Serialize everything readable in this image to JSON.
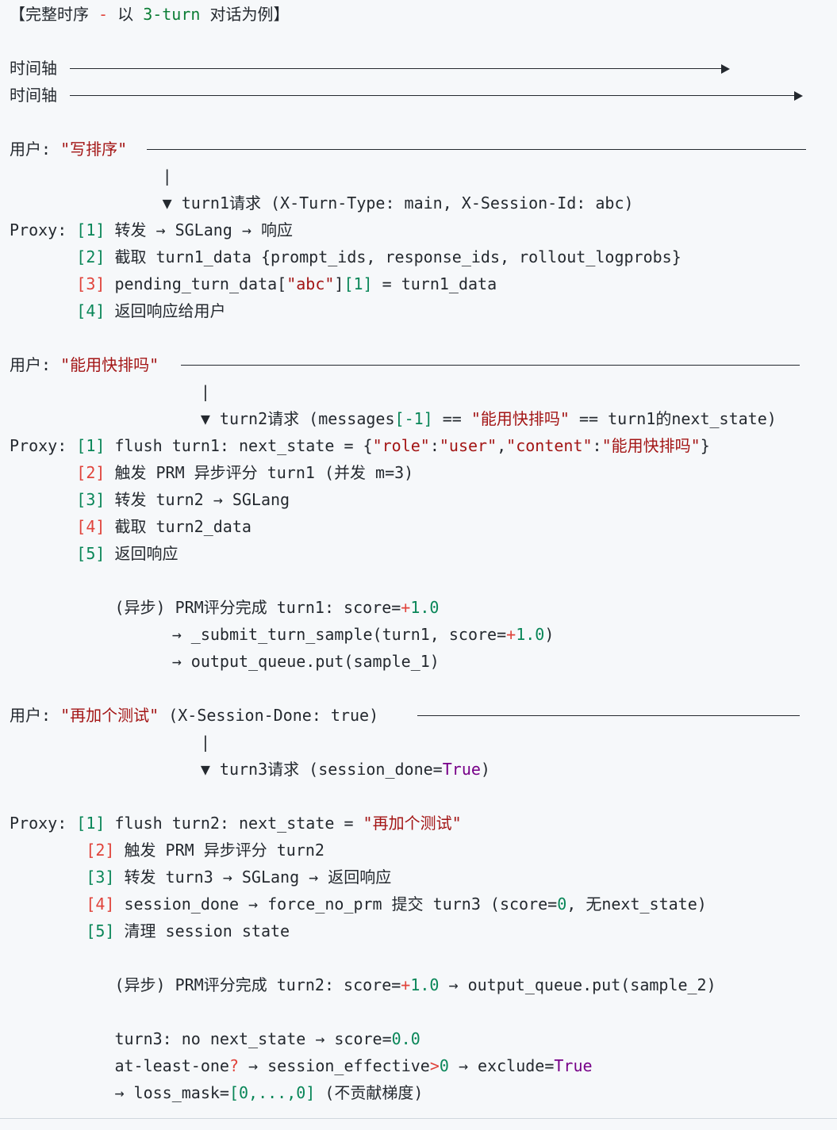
{
  "lines": [
    {
      "t": 0,
      "segs": [
        {
          "t": "【完整时序 "
        },
        {
          "t": "-",
          "c": "sym"
        },
        {
          "t": " 以 "
        },
        {
          "t": "3-turn",
          "c": "cm"
        },
        {
          "t": " 对话为例】"
        }
      ]
    },
    {
      "t": 68,
      "segs": [
        {
          "t": "时间轴 "
        }
      ]
    },
    {
      "t": 102,
      "segs": [
        {
          "t": "时间轴 "
        }
      ]
    },
    {
      "t": 170,
      "segs": [
        {
          "t": "用户: "
        },
        {
          "t": "\"写排序\"",
          "c": "str"
        },
        {
          "t": " "
        }
      ]
    },
    {
      "t": 204,
      "segs": [
        {
          "t": "                |"
        }
      ]
    },
    {
      "t": 238,
      "segs": [
        {
          "t": "                ▼ turn1请求 (X-Turn-Type: main, X-Session-Id: abc)"
        }
      ]
    },
    {
      "t": 272,
      "segs": [
        {
          "t": "Proxy: "
        },
        {
          "t": "[1]",
          "c": "num"
        },
        {
          "t": " 转发 → SGLang → 响应"
        }
      ]
    },
    {
      "t": 306,
      "segs": [
        {
          "t": "       "
        },
        {
          "t": "[2]",
          "c": "num"
        },
        {
          "t": " 截取 turn1_data {prompt_ids, response_ids, rollout_logprobs}"
        }
      ]
    },
    {
      "t": 340,
      "segs": [
        {
          "t": "       "
        },
        {
          "t": "[3]",
          "c": "sym"
        },
        {
          "t": " pending_turn_data["
        },
        {
          "t": "\"abc\"",
          "c": "str"
        },
        {
          "t": "]"
        },
        {
          "t": "[1]",
          "c": "num"
        },
        {
          "t": " = turn1_data"
        }
      ]
    },
    {
      "t": 374,
      "segs": [
        {
          "t": "       "
        },
        {
          "t": "[4]",
          "c": "num"
        },
        {
          "t": " 返回响应给用户"
        }
      ]
    },
    {
      "t": 442,
      "segs": [
        {
          "t": "用户: "
        },
        {
          "t": "\"能用快排吗\"",
          "c": "str"
        },
        {
          "t": " "
        }
      ]
    },
    {
      "t": 476,
      "segs": [
        {
          "t": "                    |"
        }
      ]
    },
    {
      "t": 510,
      "segs": [
        {
          "t": "                    ▼ turn2请求 (messages"
        },
        {
          "t": "[-1]",
          "c": "num"
        },
        {
          "t": " == "
        },
        {
          "t": "\"能用快排吗\"",
          "c": "str"
        },
        {
          "t": " == turn1的next_state)"
        }
      ]
    },
    {
      "t": 544,
      "segs": [
        {
          "t": "Proxy: "
        },
        {
          "t": "[1]",
          "c": "num"
        },
        {
          "t": " flush turn1: next_state = {"
        },
        {
          "t": "\"role\"",
          "c": "str"
        },
        {
          "t": ":"
        },
        {
          "t": "\"user\"",
          "c": "str"
        },
        {
          "t": ","
        },
        {
          "t": "\"content\"",
          "c": "str"
        },
        {
          "t": ":"
        },
        {
          "t": "\"能用快排吗\"",
          "c": "str"
        },
        {
          "t": "}"
        }
      ]
    },
    {
      "t": 578,
      "segs": [
        {
          "t": "       "
        },
        {
          "t": "[2]",
          "c": "sym"
        },
        {
          "t": " 触发 PRM 异步评分 turn1 (并发 m=3)"
        }
      ]
    },
    {
      "t": 612,
      "segs": [
        {
          "t": "       "
        },
        {
          "t": "[3]",
          "c": "num"
        },
        {
          "t": " 转发 turn2 → SGLang"
        }
      ]
    },
    {
      "t": 646,
      "segs": [
        {
          "t": "       "
        },
        {
          "t": "[4]",
          "c": "sym"
        },
        {
          "t": " 截取 turn2_data"
        }
      ]
    },
    {
      "t": 680,
      "segs": [
        {
          "t": "       "
        },
        {
          "t": "[5]",
          "c": "num"
        },
        {
          "t": " 返回响应"
        }
      ]
    },
    {
      "t": 748,
      "segs": [
        {
          "t": "           (异步) PRM评分完成 turn1: score="
        },
        {
          "t": "+",
          "c": "sym"
        },
        {
          "t": "1.0",
          "c": "num"
        }
      ]
    },
    {
      "t": 782,
      "segs": [
        {
          "t": "                 → _submit_turn_sample(turn1, score="
        },
        {
          "t": "+",
          "c": "sym"
        },
        {
          "t": "1.0",
          "c": "num"
        },
        {
          "t": ")"
        }
      ]
    },
    {
      "t": 816,
      "segs": [
        {
          "t": "                 → output_queue.put(sample_1)"
        }
      ]
    },
    {
      "t": 884,
      "segs": [
        {
          "t": "用户: "
        },
        {
          "t": "\"再加个测试\"",
          "c": "str"
        },
        {
          "t": " (X-Session-Done: true) "
        }
      ]
    },
    {
      "t": 918,
      "segs": [
        {
          "t": "                    |"
        }
      ]
    },
    {
      "t": 952,
      "segs": [
        {
          "t": "                    ▼ turn3请求 (session_done="
        },
        {
          "t": "True",
          "c": "kw"
        },
        {
          "t": ")"
        }
      ]
    },
    {
      "t": 1020,
      "segs": [
        {
          "t": "Proxy: "
        },
        {
          "t": "[1]",
          "c": "num"
        },
        {
          "t": " flush turn2: next_state = "
        },
        {
          "t": "\"再加个测试\"",
          "c": "str"
        }
      ]
    },
    {
      "t": 1054,
      "segs": [
        {
          "t": "        "
        },
        {
          "t": "[2]",
          "c": "sym"
        },
        {
          "t": " 触发 PRM 异步评分 turn2"
        }
      ]
    },
    {
      "t": 1088,
      "segs": [
        {
          "t": "        "
        },
        {
          "t": "[3]",
          "c": "num"
        },
        {
          "t": " 转发 turn3 → SGLang → 返回响应"
        }
      ]
    },
    {
      "t": 1122,
      "segs": [
        {
          "t": "        "
        },
        {
          "t": "[4]",
          "c": "sym"
        },
        {
          "t": " session_done → force_no_prm 提交 turn3 (score="
        },
        {
          "t": "0",
          "c": "num"
        },
        {
          "t": ", 无next_state)"
        }
      ]
    },
    {
      "t": 1156,
      "segs": [
        {
          "t": "        "
        },
        {
          "t": "[5]",
          "c": "num"
        },
        {
          "t": " 清理 session state"
        }
      ]
    },
    {
      "t": 1224,
      "segs": [
        {
          "t": "           (异步) PRM评分完成 turn2: score="
        },
        {
          "t": "+",
          "c": "sym"
        },
        {
          "t": "1.0",
          "c": "num"
        },
        {
          "t": " → output_queue.put(sample_2)"
        }
      ]
    },
    {
      "t": 1292,
      "segs": [
        {
          "t": "           turn3: no next_state → score="
        },
        {
          "t": "0.0",
          "c": "num"
        }
      ]
    },
    {
      "t": 1326,
      "segs": [
        {
          "t": "           at-least-one"
        },
        {
          "t": "?",
          "c": "sym"
        },
        {
          "t": " → session_effective"
        },
        {
          "t": ">",
          "c": "sym"
        },
        {
          "t": "0",
          "c": "num"
        },
        {
          "t": " → exclude="
        },
        {
          "t": "True",
          "c": "kw"
        }
      ]
    },
    {
      "t": 1360,
      "segs": [
        {
          "t": "           → loss_mask="
        },
        {
          "t": "[0,...,0]",
          "c": "num"
        },
        {
          "t": " (不贡献梯度)"
        }
      ]
    }
  ]
}
